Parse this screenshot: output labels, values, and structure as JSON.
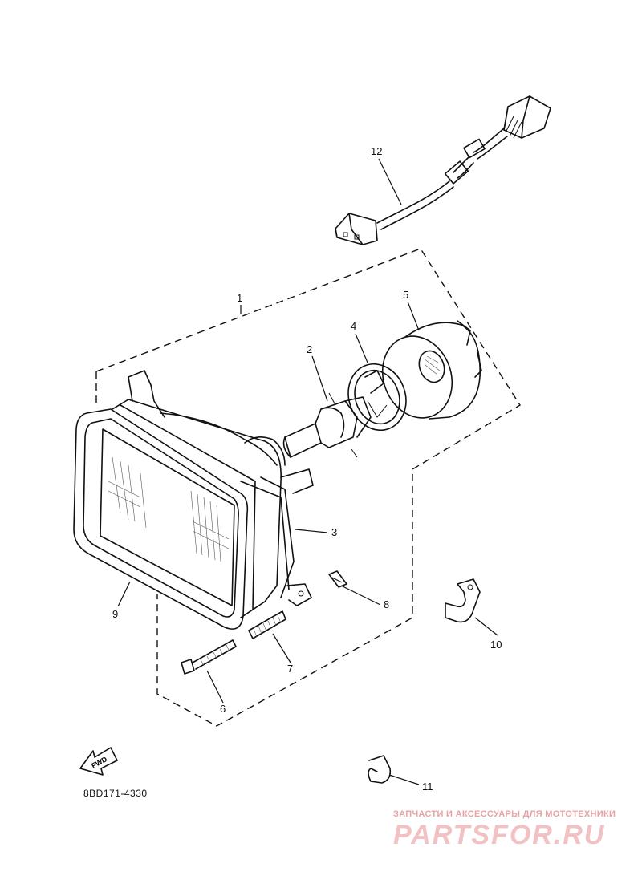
{
  "diagram": {
    "callouts": [
      "1",
      "2",
      "3",
      "4",
      "5",
      "6",
      "7",
      "8",
      "9",
      "10",
      "11",
      "12"
    ],
    "fwd_label": "FWD",
    "part_code": "8BD171-4330"
  },
  "watermark": {
    "line1": "ЗАПЧАСТИ И АКСЕССУАРЫ ДЛЯ МОТОТЕХНИКИ",
    "line2": "PARTSFOR.RU"
  }
}
